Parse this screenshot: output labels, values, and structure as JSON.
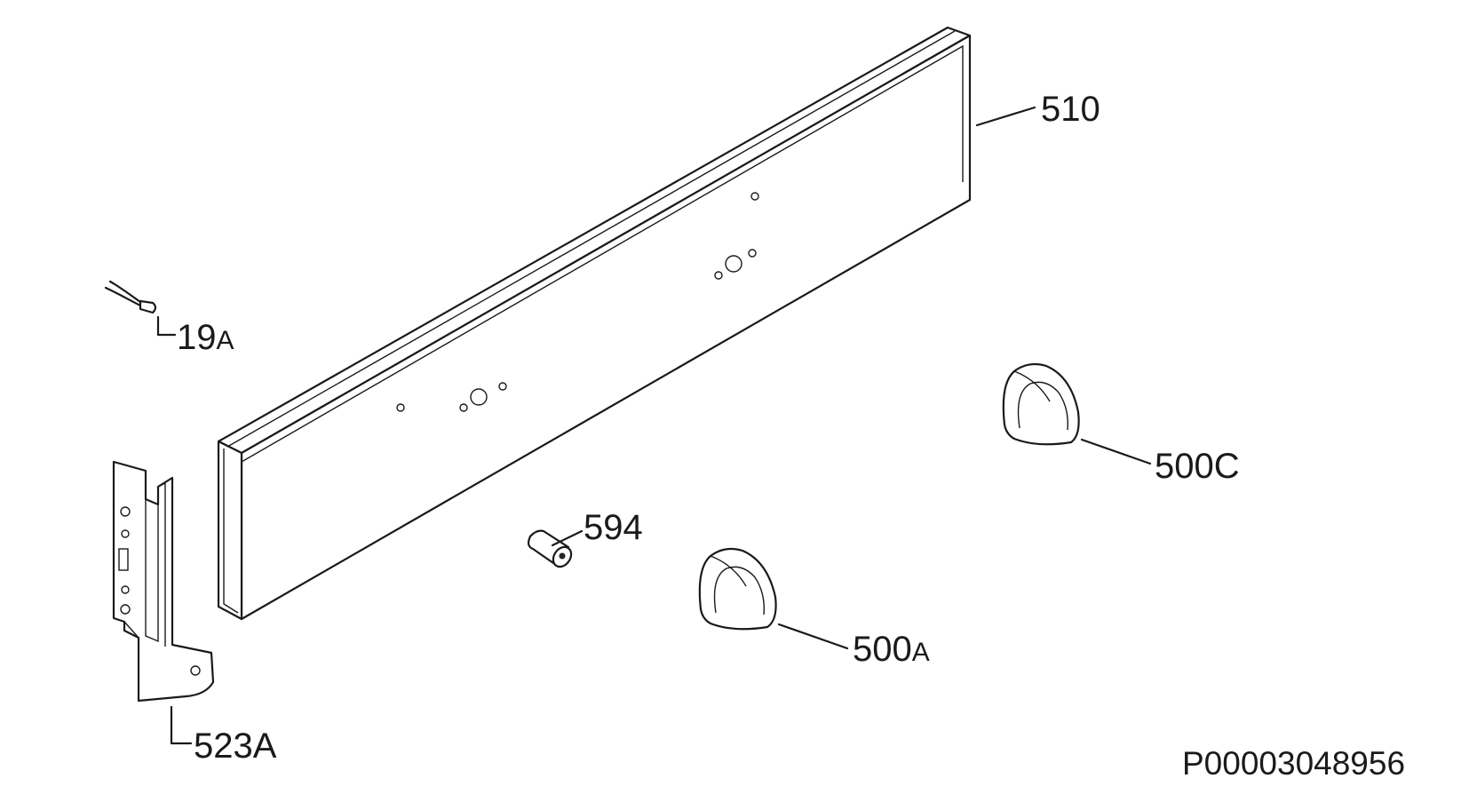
{
  "parts": [
    {
      "id": "panel",
      "number": "510"
    },
    {
      "id": "lamp",
      "number": "19",
      "suffix": "A"
    },
    {
      "id": "bracket",
      "number": "523A"
    },
    {
      "id": "pin",
      "number": "594"
    },
    {
      "id": "knob_a",
      "number": "500",
      "suffix": "A"
    },
    {
      "id": "knob_c",
      "number": "500C"
    }
  ],
  "drawing_reference": "P00003048956"
}
